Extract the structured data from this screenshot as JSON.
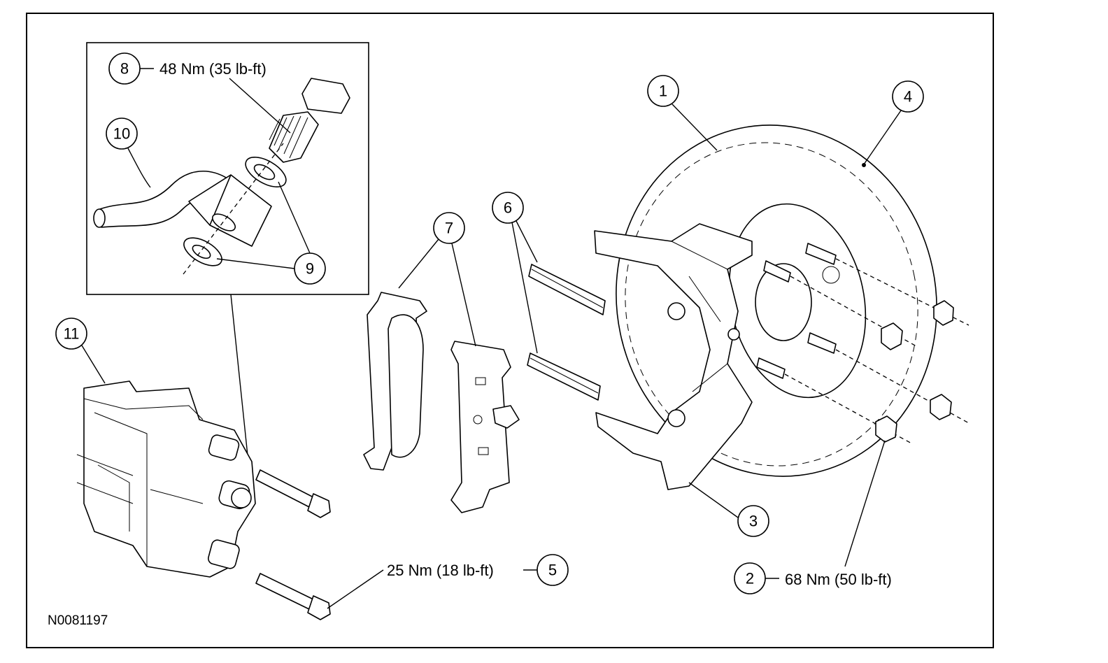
{
  "figure_id": "N0081197",
  "callouts": [
    {
      "number": "1"
    },
    {
      "number": "2",
      "torque": "68 Nm (50 lb-ft)"
    },
    {
      "number": "3"
    },
    {
      "number": "4"
    },
    {
      "number": "5",
      "torque": "25 Nm (18 lb-ft)"
    },
    {
      "number": "6"
    },
    {
      "number": "7"
    },
    {
      "number": "8",
      "torque": "48 Nm (35 lb-ft)"
    },
    {
      "number": "9"
    },
    {
      "number": "10"
    },
    {
      "number": "11"
    }
  ]
}
